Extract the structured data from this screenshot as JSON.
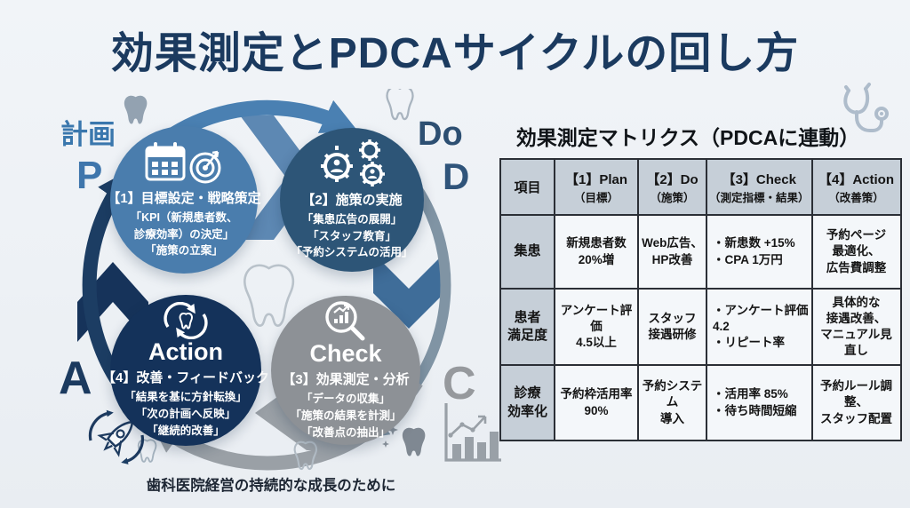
{
  "title": "効果測定とPDCAサイクルの回し方",
  "footer_caption": "歯科医院経営の持続的な成長のために",
  "cycle": {
    "side_labels": {
      "plan_kanji": "計画",
      "p": "P",
      "do_word": "Do",
      "d": "D",
      "a": "A",
      "c": "C"
    },
    "plan": {
      "icon": "calendar-target-icon",
      "step_title": "【1】目標設定・戦略策定",
      "body": "「KPI（新規患者数、\n診療効率）の決定」\n「施策の立案」",
      "color": "#4a7dad"
    },
    "do": {
      "icon": "gears-team-icon",
      "step_title": "【2】施策の実施",
      "body": "「集患広告の展開」\n「スタッフ教育」\n「予約システムの活用」",
      "color": "#2d5577"
    },
    "check": {
      "icon": "magnifier-chart-icon",
      "name": "Check",
      "step_title": "【3】効果測定・分析",
      "body": "「データの収集」\n「施策の結果を計測」\n「改善点の抽出」",
      "color": "#8d9196"
    },
    "action": {
      "icon": "cycle-tooth-icon",
      "name": "Action",
      "step_title": "【4】改善・フィードバック",
      "body": "「結果を基に方針転換」\n「次の計画へ反映」\n「継続的改善」",
      "color": "#14325a"
    }
  },
  "matrix": {
    "title": "効果測定マトリクス（PDCAに連動）",
    "headers": [
      {
        "main": "項目",
        "sub": ""
      },
      {
        "main": "【1】Plan",
        "sub": "（目標）"
      },
      {
        "main": "【2】Do",
        "sub": "（施策）"
      },
      {
        "main": "【3】Check",
        "sub": "（測定指標・結果）"
      },
      {
        "main": "【4】Action",
        "sub": "（改善策）"
      }
    ],
    "rows": [
      {
        "label": "集患",
        "plan": "新規患者数\n20%増",
        "do": "Web広告、\nHP改善",
        "check": "・新患数 +15%\n・CPA 1万円",
        "action": "予約ページ\n最適化、\n広告費調整"
      },
      {
        "label": "患者\n満足度",
        "plan": "アンケート評価\n4.5以上",
        "do": "スタッフ\n接遇研修",
        "check": "・アンケート評価\n4.2\n・リピート率",
        "action": "具体的な\n接遇改善、\nマニュアル見直し"
      },
      {
        "label": "診療\n効率化",
        "plan": "予約枠活用率\n90%",
        "do": "予約システム\n導入",
        "check": "・活用率 85%\n・待ち時間短縮",
        "action": "予約ルール調整、\nスタッフ配置"
      }
    ]
  },
  "colors": {
    "background": "#eef1f5",
    "title_text": "#1b3a5f",
    "plan_circle": "#4a7dad",
    "do_circle": "#2d5577",
    "check_circle": "#8d9196",
    "action_circle": "#14325a",
    "arrow_blue": "#4a80b2",
    "arrow_gray": "#9aa0a6",
    "arrow_navy": "#1c3d63",
    "table_header_bg": "#c6cfd8",
    "table_cell_bg": "#f4f7fa",
    "table_border": "#2b2f36"
  }
}
